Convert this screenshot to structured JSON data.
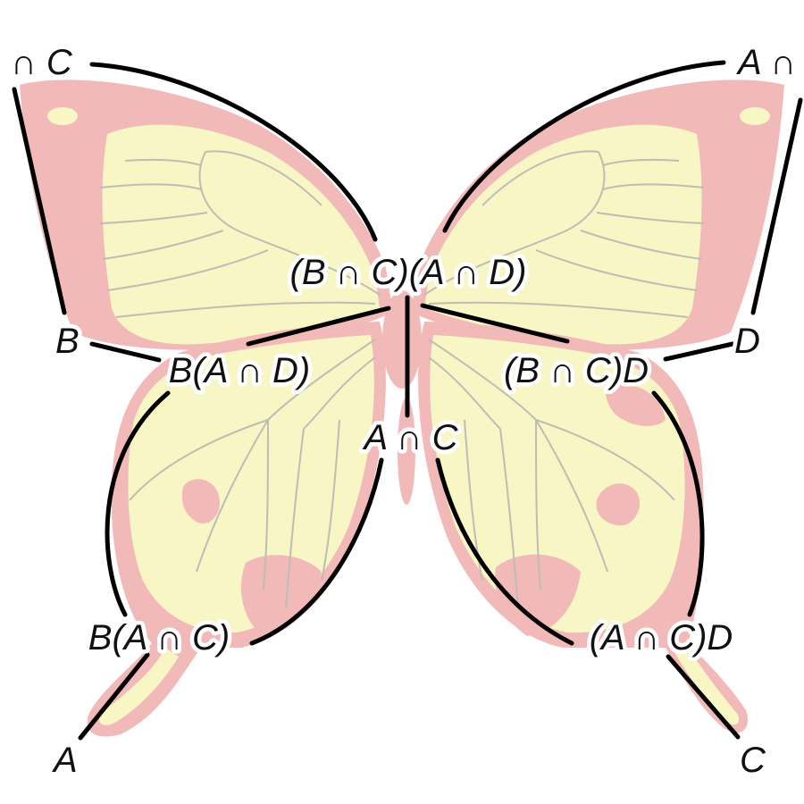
{
  "colors": {
    "wing_pink": "#f2b9b9",
    "wing_yellow": "#f8f6c4",
    "vein_gray": "#bdbdb5",
    "line_black": "#000000"
  },
  "labels": {
    "top_left": "∩ C",
    "top_right": "A ∩",
    "center_top": "(B ∩ C)(A ∩ D)",
    "left_b": "B",
    "left_mid": "B(A ∩ D)",
    "right_mid": "(B ∩ C)D",
    "right_d": "D",
    "center": "A ∩ C",
    "bottom_left_mid": "B(A ∩ C)",
    "bottom_right_mid": "(A ∩ C)D",
    "bottom_a": "A",
    "bottom_c": "C"
  }
}
